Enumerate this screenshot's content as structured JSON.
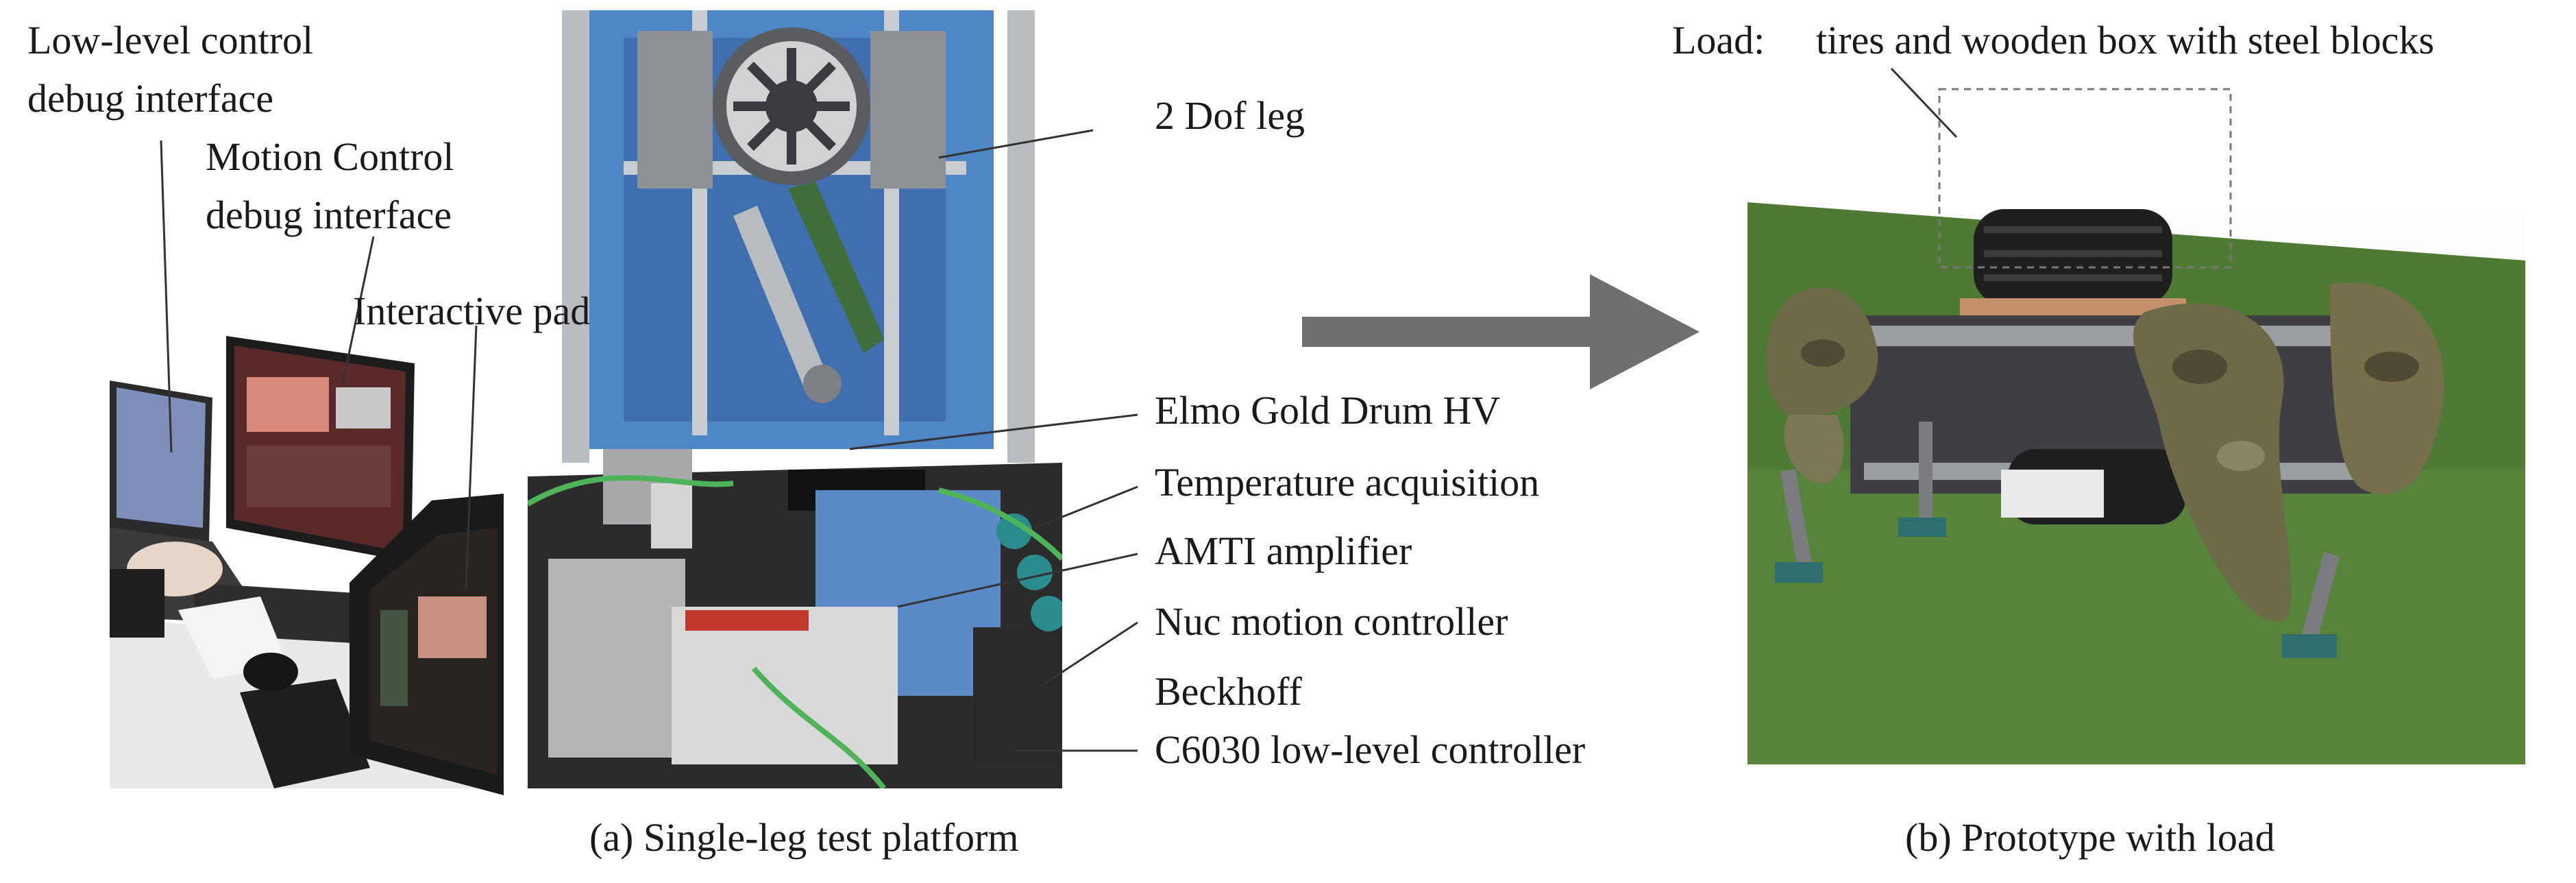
{
  "labels": {
    "low_level_line1": "Low-level control",
    "low_level_line2": "debug interface",
    "motion_line1": "Motion Control",
    "motion_line2": "debug interface",
    "interactive_pad": "Interactive pad",
    "dof_leg": "2 Dof leg",
    "elmo": "Elmo Gold Drum HV",
    "temperature": "Temperature acquisition",
    "amti": "AMTI amplifier",
    "nuc": "Nuc motion controller",
    "beckhoff_line1": "Beckhoff",
    "beckhoff_line2": "C6030 low-level controller",
    "load_prefix": "Load:",
    "load_text": "tires and wooden box with steel blocks"
  },
  "captions": {
    "a": "(a) Single-leg test platform",
    "b": "(b) Prototype with load"
  },
  "colors": {
    "arrow": "#6f6f6f",
    "grass": "#4f7a34",
    "camo": "#6c6a48",
    "platform_blue": "#4f86c6",
    "frame": "#b9bcc0"
  }
}
